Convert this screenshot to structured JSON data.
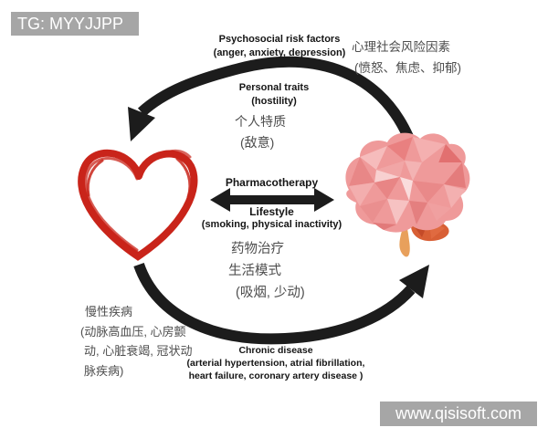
{
  "watermarks": {
    "top_left": "TG: MYYJJPP",
    "bottom_right": "www.qisisoft.com"
  },
  "sections": {
    "psychosocial": {
      "en1": "Psychosocial risk factors",
      "en2": "(anger, anxiety, depression)",
      "zh1": "心理社会风险因素",
      "zh2": "(愤怒、焦虑、抑郁)"
    },
    "personal": {
      "en1": "Personal traits",
      "en2": "(hostility)",
      "zh1": "个人特质",
      "zh2": "(敌意)"
    },
    "treatment": {
      "en1": "Pharmacotherapy",
      "en2": "Lifestyle",
      "en3": "(smoking, physical inactivity)",
      "zh1": "药物治疗",
      "zh2": "生活模式",
      "zh3": "(吸烟, 少动)"
    },
    "chronic": {
      "zh1": "慢性疾病",
      "zh2": "(动脉高血压, 心房颤",
      "zh3": "动, 心脏衰竭, 冠状动",
      "zh4": "脉疾病)",
      "en1": "Chronic disease",
      "en2": "(arterial hypertension, atrial fibrillation,",
      "en3": "heart failure, coronary artery disease )"
    }
  },
  "icons": {
    "heart": "brush-stroke-heart",
    "brain": "low-poly-brain",
    "cycle_top": "curved-arrow-brain-to-heart",
    "cycle_bottom": "curved-arrow-heart-to-brain",
    "exchange": "double-headed-arrow"
  },
  "colors": {
    "heart_red": "#c9241a",
    "brain_pink": "#ef9a9a",
    "brain_stem_orange": "#e8a05c",
    "cerebellum_red": "#d85f35",
    "arrow_black": "#1c1c1c",
    "watermark_bg": "#a6a6a6",
    "watermark_text": "#ffffff",
    "en_text": "#151515",
    "zh_text": "#4d4d4d"
  }
}
